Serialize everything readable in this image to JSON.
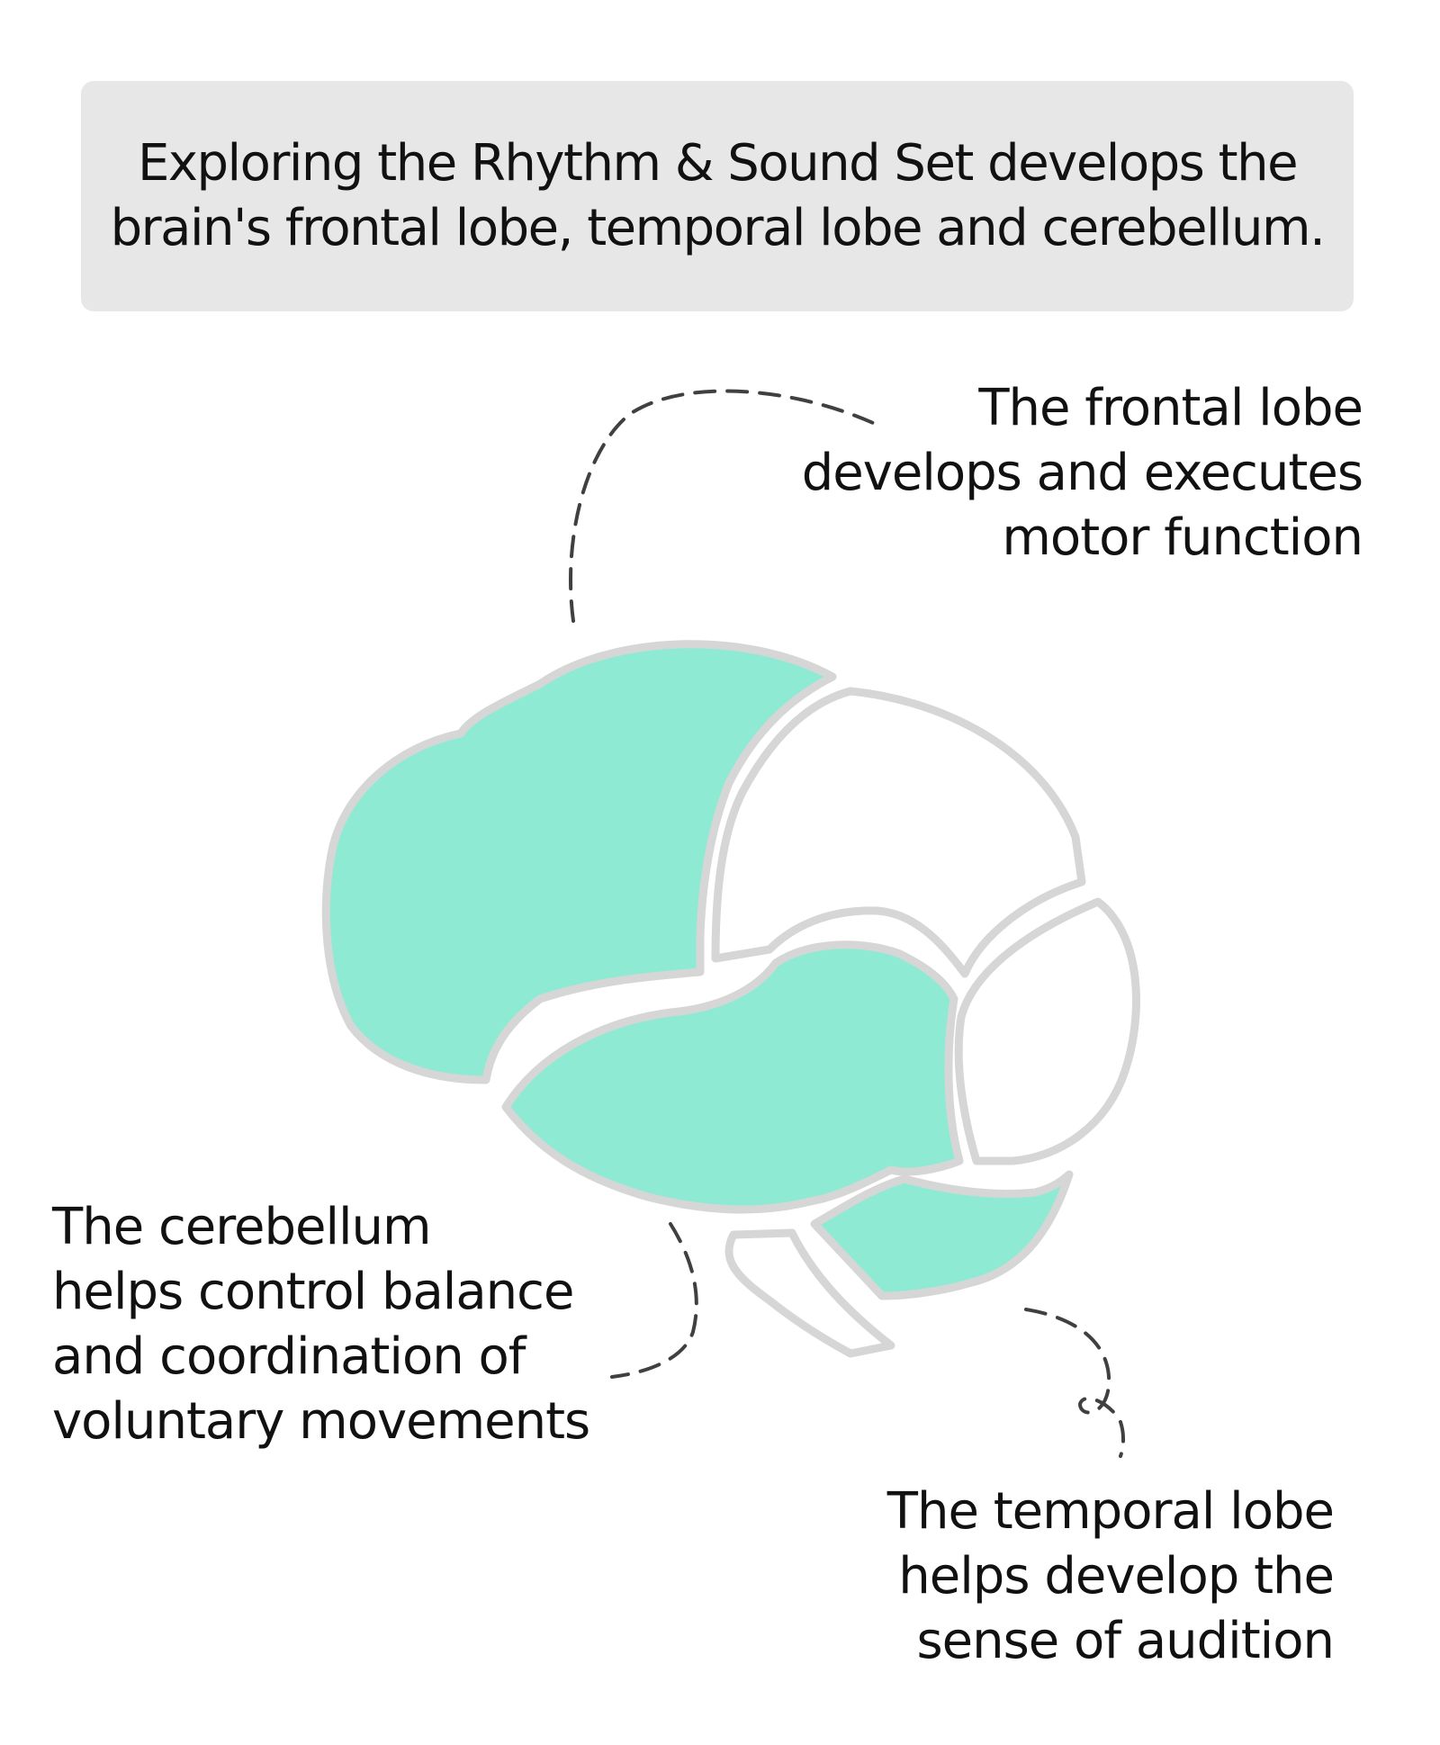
{
  "header": {
    "line1": "Exploring the Rhythm & Sound Set develops the",
    "line2": "brain's frontal lobe, temporal lobe and cerebellum."
  },
  "callouts": {
    "frontal": {
      "lines": [
        "The frontal lobe",
        "develops and executes",
        "motor function"
      ]
    },
    "cerebellum": {
      "lines": [
        "The cerebellum",
        "helps control balance",
        "and coordination of",
        "voluntary movements"
      ]
    },
    "temporal": {
      "lines": [
        "The temporal lobe",
        "helps develop the",
        "sense of audition"
      ]
    }
  },
  "colors": {
    "highlight_fill": "#8fead3",
    "outline": "#d6d6d6",
    "header_bg": "#e7e7e7",
    "leader_line": "#404040"
  }
}
